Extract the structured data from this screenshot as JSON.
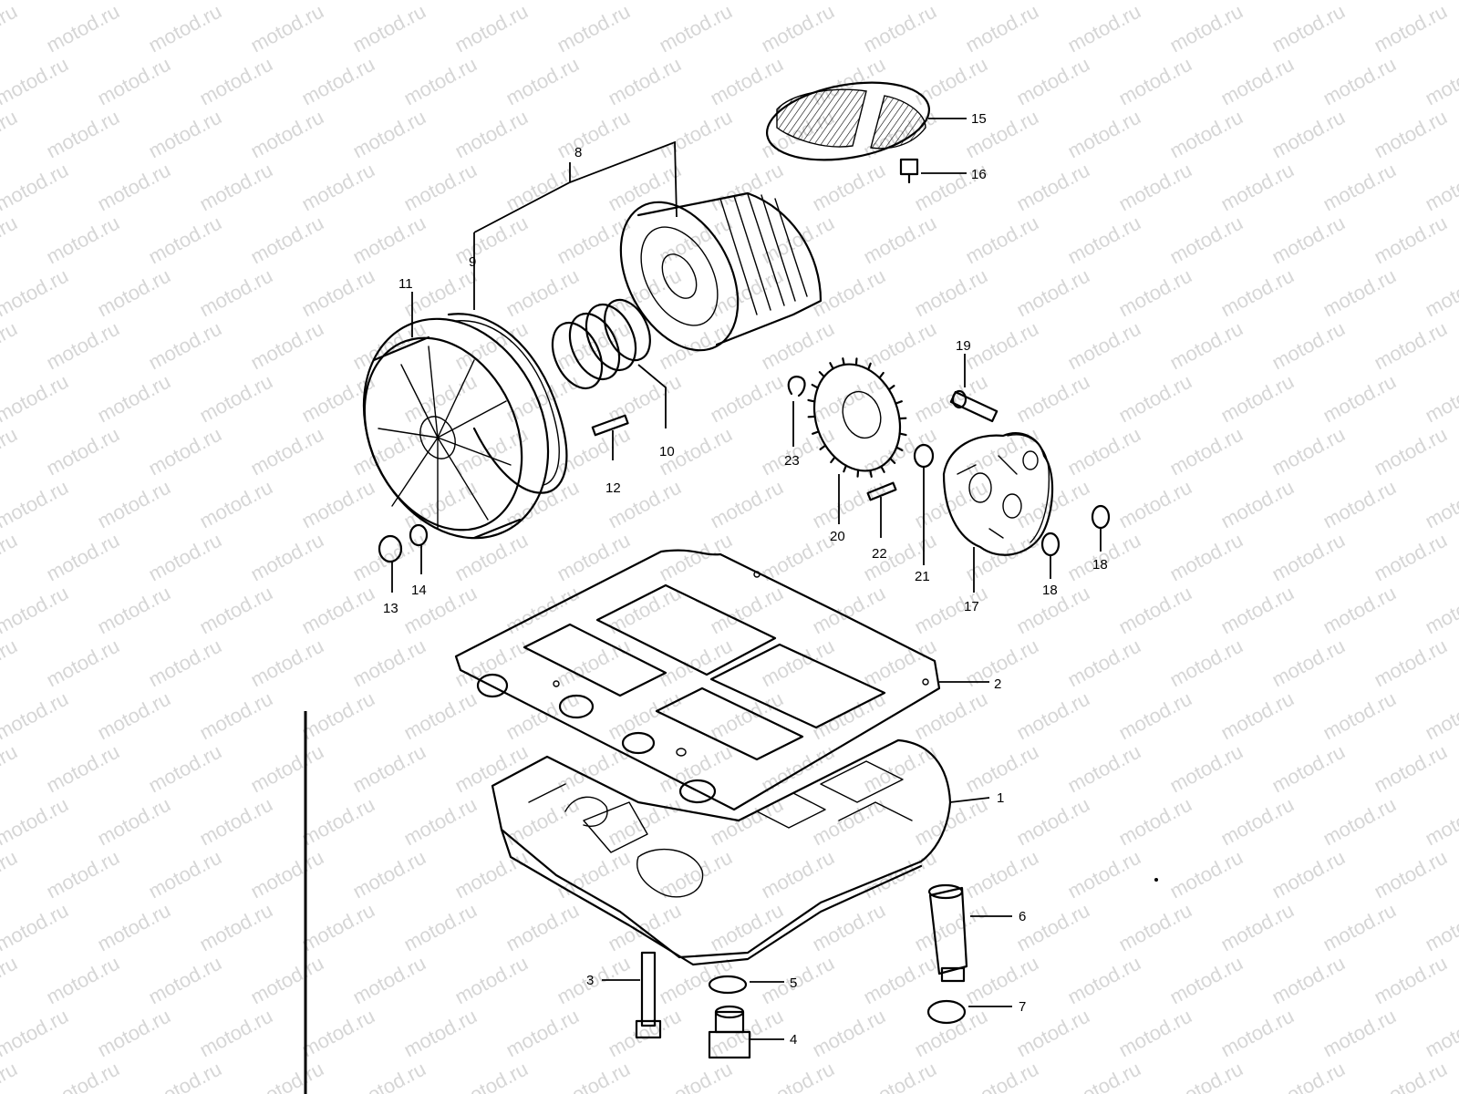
{
  "watermark": {
    "text": "motod.ru"
  },
  "callouts": {
    "c1": "1",
    "c2": "2",
    "c3": "3",
    "c4": "4",
    "c5": "5",
    "c6": "6",
    "c7": "7",
    "c8": "8",
    "c9": "9",
    "c10": "10",
    "c11": "11",
    "c12": "12",
    "c13": "13",
    "c14": "14",
    "c15": "15",
    "c16": "16",
    "c17": "17",
    "c18": "18",
    "c18b": "18",
    "c19": "19",
    "c20": "20",
    "c21": "21",
    "c22": "22",
    "c23": "23"
  }
}
